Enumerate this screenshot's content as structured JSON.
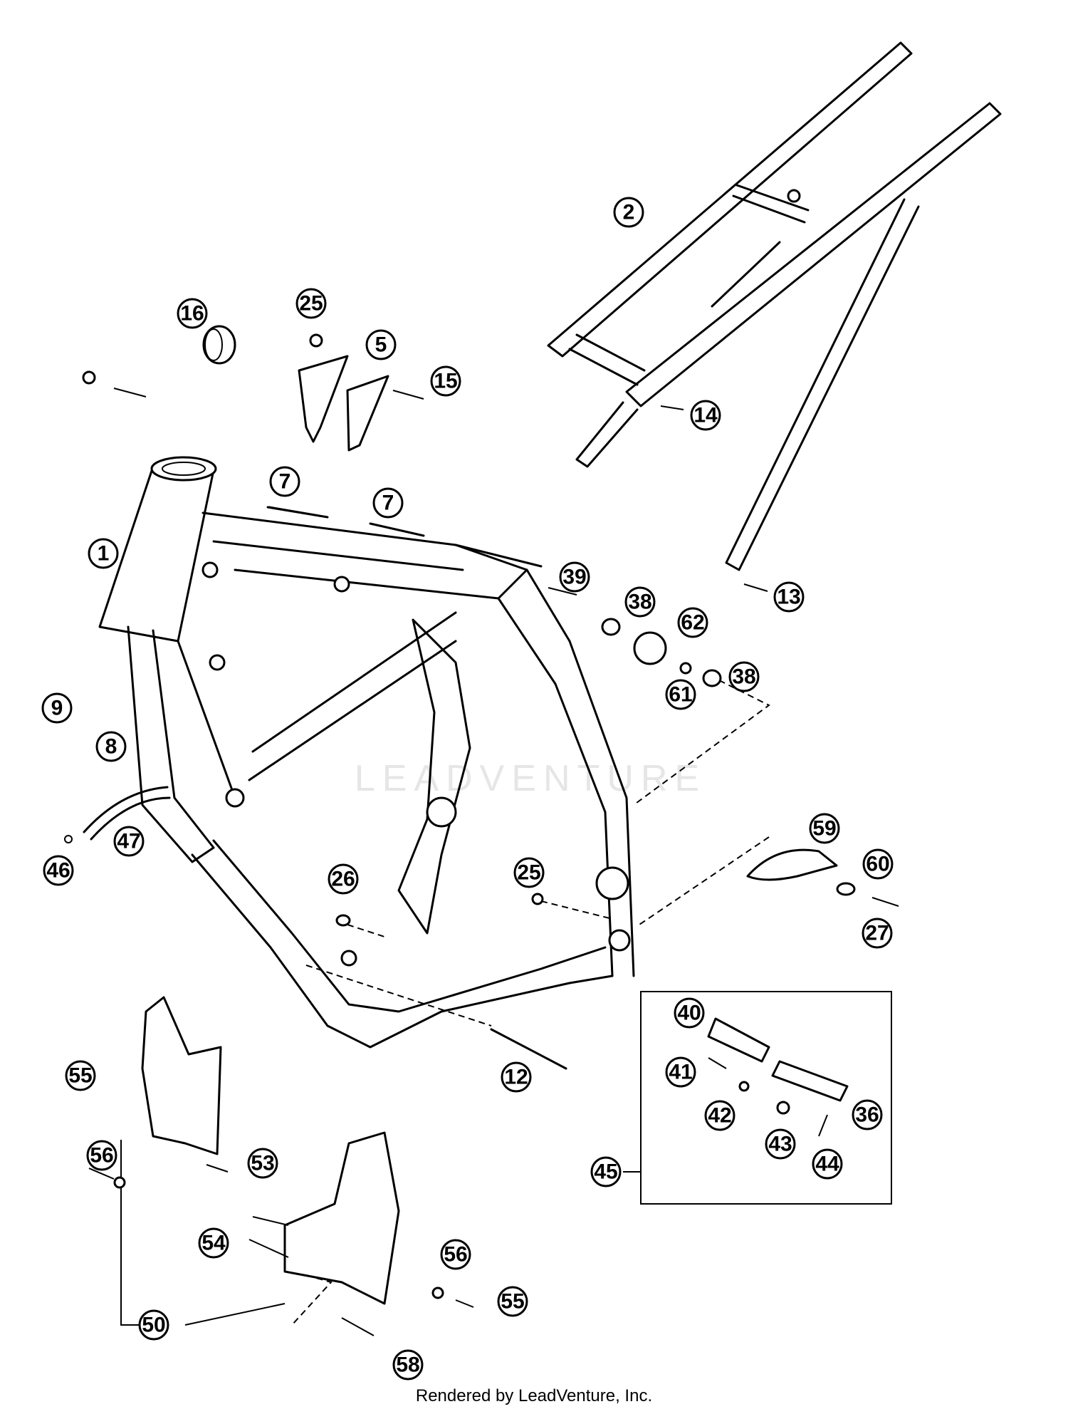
{
  "watermark": "LEADVENTURE",
  "footer": "Rendered by LeadVenture, Inc.",
  "callouts": [
    "1",
    "2",
    "5",
    "7",
    "7",
    "8",
    "9",
    "12",
    "13",
    "14",
    "15",
    "16",
    "25",
    "25",
    "26",
    "27",
    "36",
    "38",
    "38",
    "39",
    "40",
    "41",
    "42",
    "43",
    "44",
    "45",
    "46",
    "47",
    "50",
    "53",
    "54",
    "55",
    "55",
    "56",
    "56",
    "58",
    "59",
    "60",
    "61",
    "62"
  ]
}
